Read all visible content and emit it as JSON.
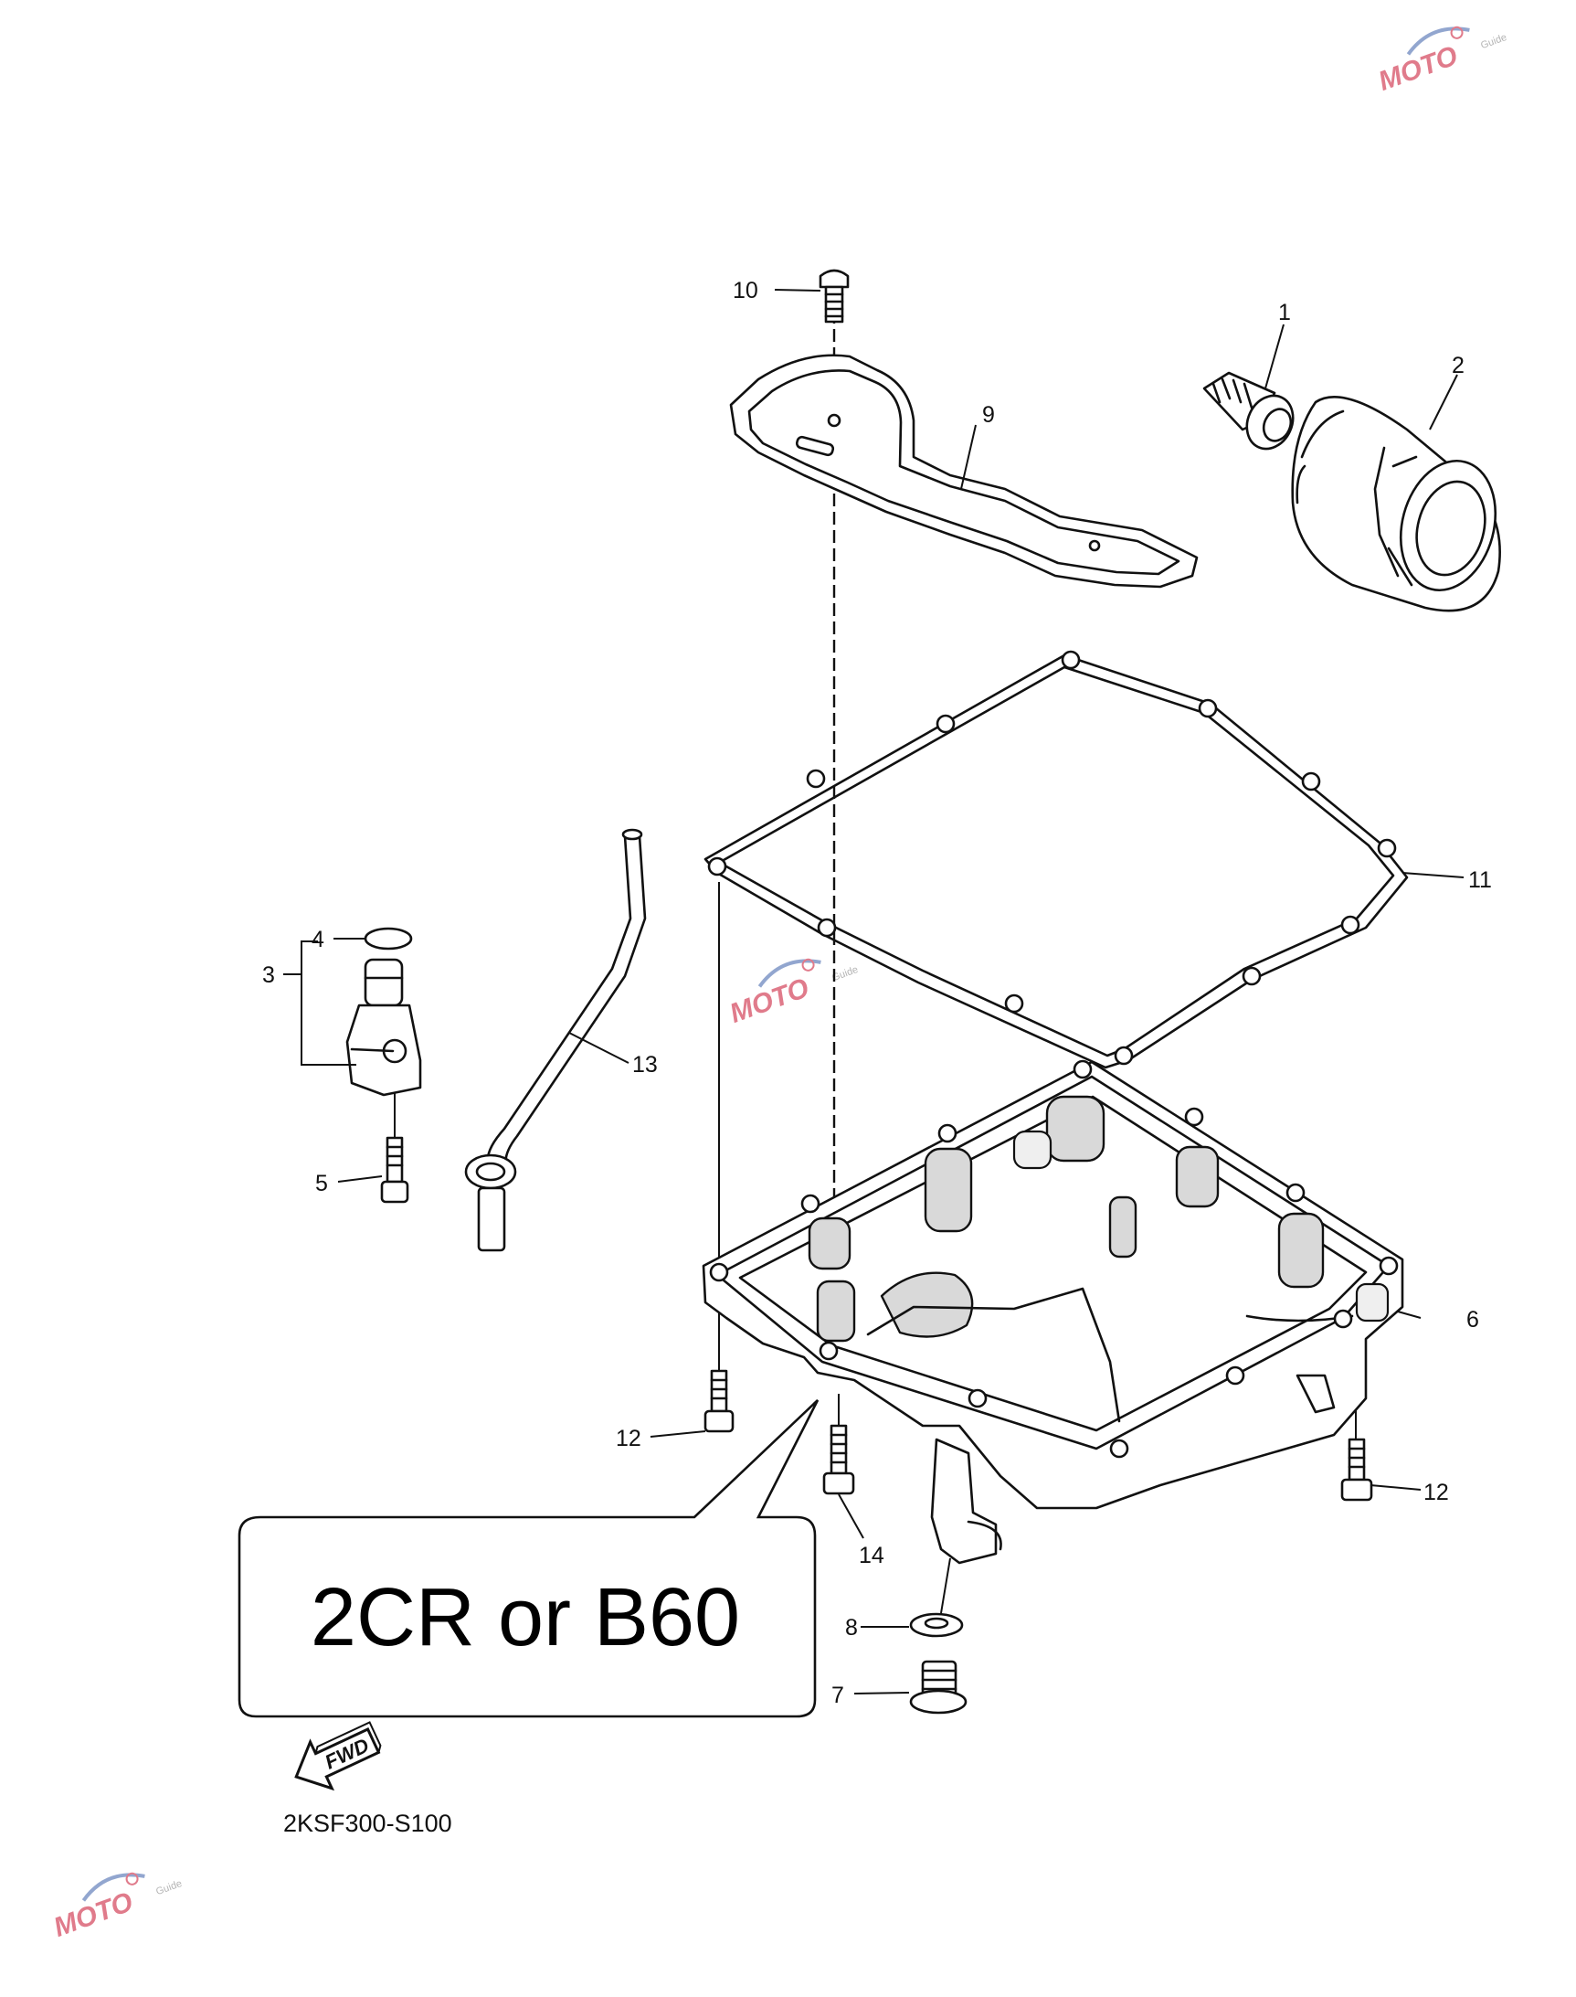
{
  "callouts": [
    "1",
    "2",
    "3",
    "4",
    "5",
    "6",
    "7",
    "8",
    "9",
    "10",
    "11",
    "12",
    "12",
    "13",
    "14"
  ],
  "model_box": {
    "text": "2CR or B60"
  },
  "fwd_arrow": {
    "label": "FWD",
    "icon": "forward-arrow-icon"
  },
  "diagram_code": "2KSF300-S100",
  "watermark": {
    "text": "MOTO",
    "sub": "Guide",
    "icon": "moto-logo-icon",
    "colors": [
      "#c8102e",
      "#3a5fa8",
      "#777777"
    ]
  }
}
